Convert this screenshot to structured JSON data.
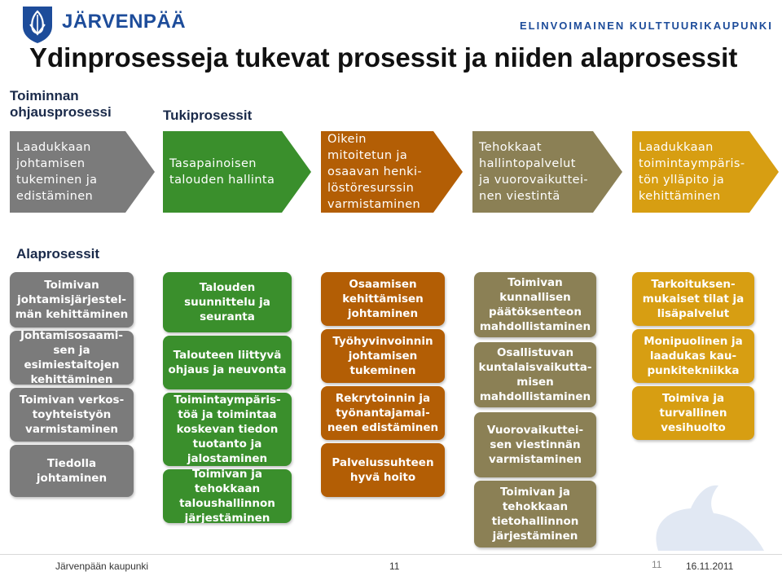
{
  "header": {
    "brand": "JÄRVENPÄÄ",
    "slogan": "ELINVOIMAINEN KULTTUURIKAUPUNKI",
    "title": "Ydinprosesseja tukevat prosessit ja niiden alaprosessit"
  },
  "labels": {
    "ohjaus": "Toiminnan ohjausprosessi",
    "tuki": "Tukiprosessit",
    "ala": "Alaprosessit"
  },
  "arrows": [
    {
      "label": "Laadukkaan johtamisen tukeminen ja edistäminen",
      "color": "#7b7b7b"
    },
    {
      "label": "Tasapainoisen talouden hallinta",
      "color": "#3a8f2c"
    },
    {
      "label": "Oikein mitoitetun ja osaavan henki-löstöresurssin varmistaminen",
      "color": "#b35e05"
    },
    {
      "label": "Tehokkaat hallintopalvelut ja vuorovaikuttei-nen viestintä",
      "color": "#8b8055"
    },
    {
      "label": "Laadukkaan toimintaympäris-tön ylläpito ja kehittäminen",
      "color": "#d79e12"
    }
  ],
  "columns": [
    [
      "Toimivan johtamisjärjestel-män kehittäminen",
      "Johtamisosaami-sen ja esimiestaitojen kehittäminen",
      "Toimivan verkos-toyhteistyön varmistaminen",
      "Tiedolla johtaminen"
    ],
    [
      "Talouden suunnittelu ja seuranta",
      "Talouteen liittyvä ohjaus ja neuvonta",
      "Toimintaympäris-töä ja toimintaa koskevan tiedon tuotanto ja jalostaminen",
      "Toimivan ja tehokkaan taloushallinnon järjestäminen"
    ],
    [
      "Osaamisen kehittämisen johtaminen",
      "Työhyvinvoinnin johtamisen tukeminen",
      "Rekrytoinnin ja työnantajamai-neen edistäminen",
      "Palvelussuhteen hyvä hoito"
    ],
    [
      "Toimivan kunnallisen päätöksenteon mahdollistaminen",
      "Osallistuvan kuntalaisvaikutta-misen mahdollistaminen",
      "Vuorovaikuttei-sen viestinnän varmistaminen",
      "Toimivan ja tehokkaan tietohallinnon järjestäminen"
    ],
    [
      "Tarkoituksen-mukaiset tilat ja lisäpalvelut",
      "Monipuolinen ja laadukas kau-punkitekniikka",
      "Toimiva ja turvallinen vesihuolto"
    ]
  ],
  "footer": {
    "org": "Järvenpään kaupunki",
    "page": "11",
    "page2": "11",
    "date": "16.11.2011"
  }
}
